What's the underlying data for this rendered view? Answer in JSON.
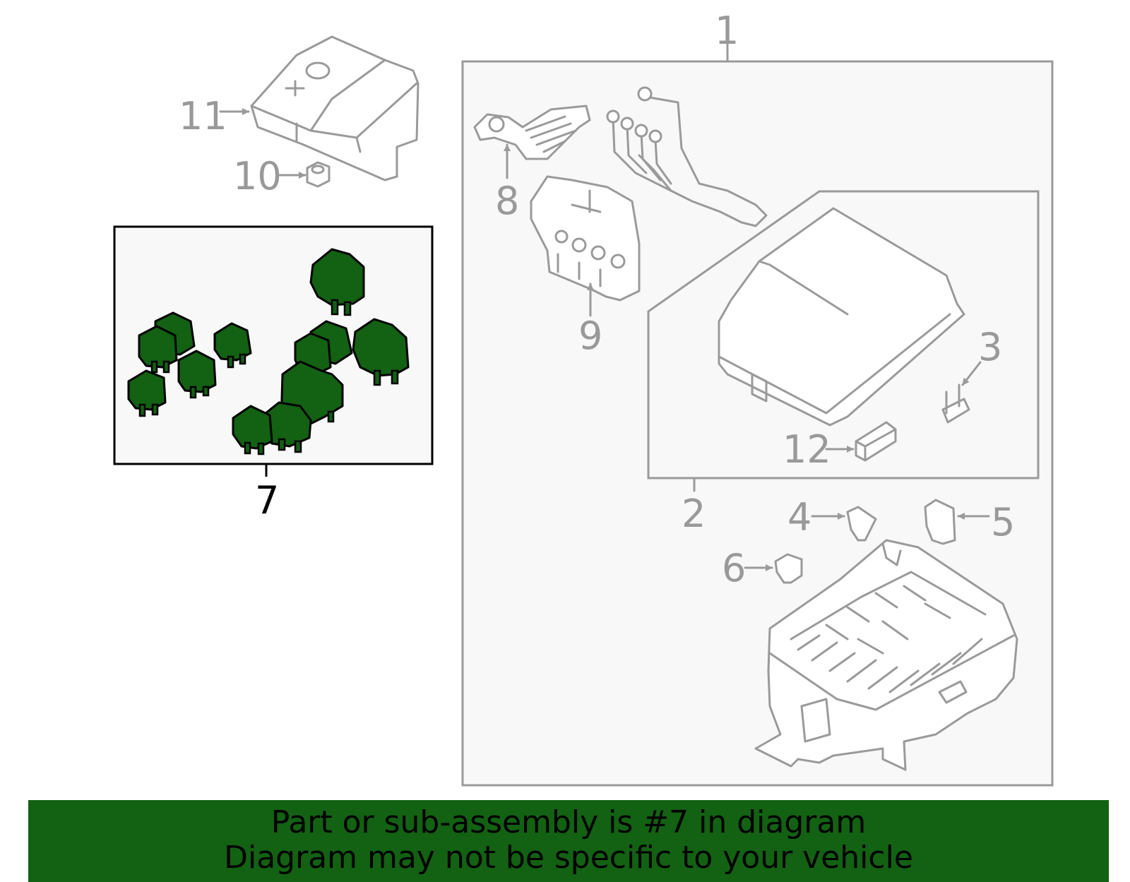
{
  "callouts": {
    "c1": "1",
    "c2": "2",
    "c3": "3",
    "c4": "4",
    "c5": "5",
    "c6": "6",
    "c7": "7",
    "c8": "8",
    "c9": "9",
    "c10": "10",
    "c11": "11",
    "c12": "12"
  },
  "highlight_color": "#136113",
  "part_line_color": "#9a9a9a",
  "banner": {
    "line1": "Part or sub-assembly is #7 in diagram",
    "line2": "Diagram may not be specific to your vehicle"
  }
}
